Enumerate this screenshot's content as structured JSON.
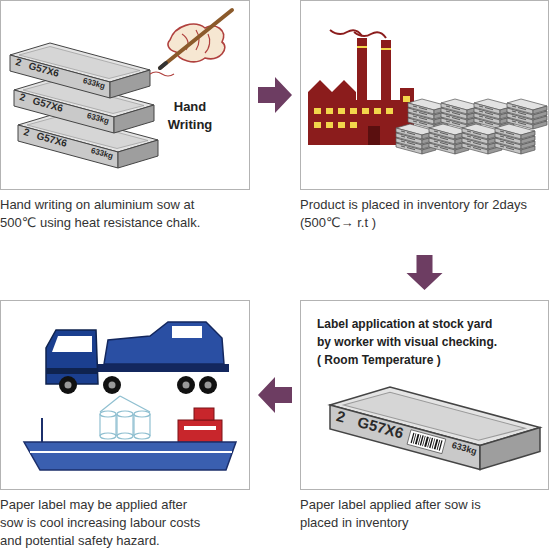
{
  "diagram": {
    "nodes": [
      {
        "text": [
          "Hand Writing",
          "Hand writing on aluminium sow at 500℃ using heat resistance chalk."
        ]
      },
      {
        "text": [
          "Product is placed in inventory for 2days (500℃→ r.t )"
        ]
      },
      {
        "text": [
          "Label application at stock yard by worker with visual checking. ( Room Temperature )",
          "Paper label applied after sow is placed in inventory"
        ]
      },
      {
        "text": [
          "Paper label may be applied after sow is cool increasing labour costs and potential safety hazard."
        ]
      }
    ],
    "edges": [
      {
        "from": 0,
        "to": 1,
        "arrow": "to"
      },
      {
        "from": 1,
        "to": 2,
        "arrow": "to"
      },
      {
        "from": 2,
        "to": 3,
        "arrow": "to"
      }
    ],
    "labels": [
      "2",
      "G57X6",
      "633kg",
      "2",
      "G57X6",
      "633kg",
      "2",
      "G57X6",
      "633kg",
      "2",
      "G57X6",
      "633kg"
    ]
  }
}
